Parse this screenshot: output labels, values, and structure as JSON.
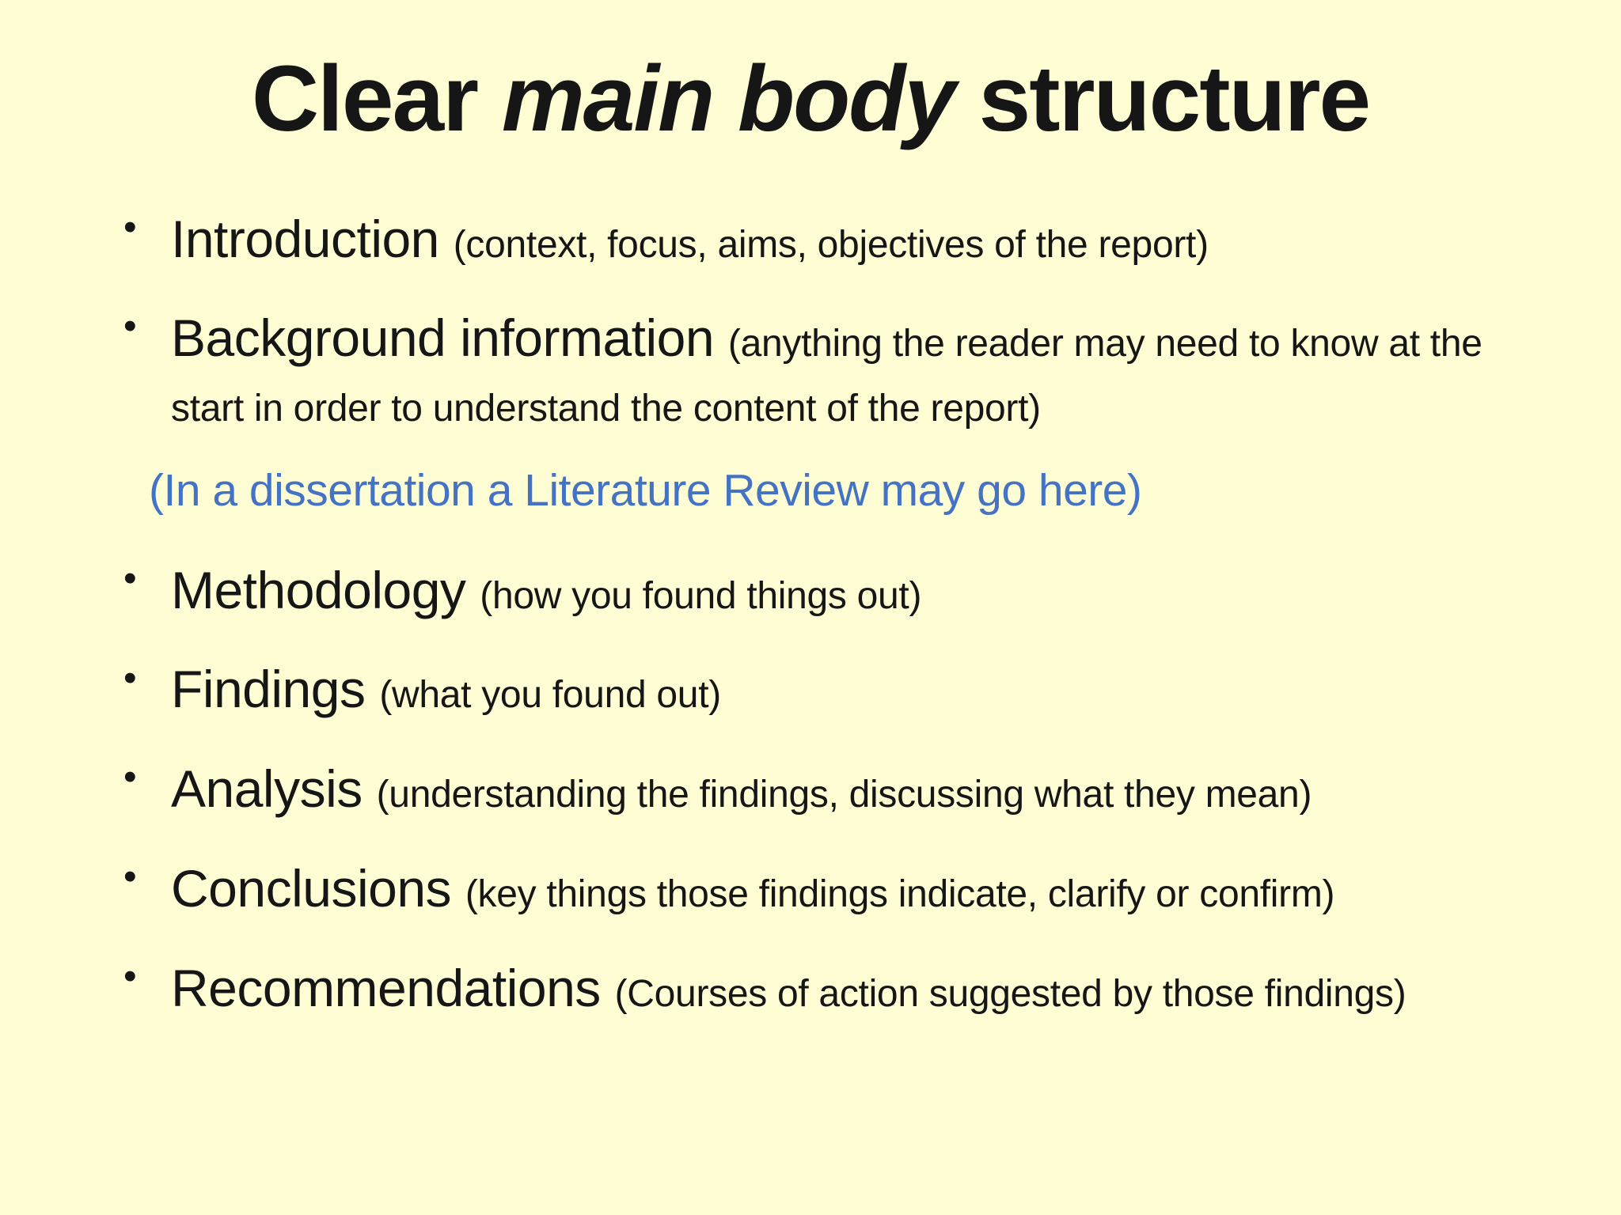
{
  "colors": {
    "background": "#FFFDD4",
    "text": "#161616",
    "note_blue": "#4472C4"
  },
  "title": {
    "pre": "Clear ",
    "italic": "main body",
    "post": " structure"
  },
  "bullets": [
    {
      "main": "Introduction ",
      "sub": "(context, focus, aims, objectives of the report)"
    },
    {
      "main": "Background information ",
      "sub": "(anything the reader may need to know at the start in order to understand the content of the report)"
    },
    {
      "main": "Methodology ",
      "sub": "(how you found things out)"
    },
    {
      "main": "Findings ",
      "sub": "(what you found out)"
    },
    {
      "main": "Analysis ",
      "sub": "(understanding the findings, discussing what they mean)"
    },
    {
      "main": "Conclusions ",
      "sub": "(key things those findings indicate, clarify or confirm)"
    },
    {
      "main": "Recommendations ",
      "sub": "(Courses of action suggested by those findings)"
    }
  ],
  "note": {
    "text": "(In a dissertation a Literature Review may go here)"
  }
}
